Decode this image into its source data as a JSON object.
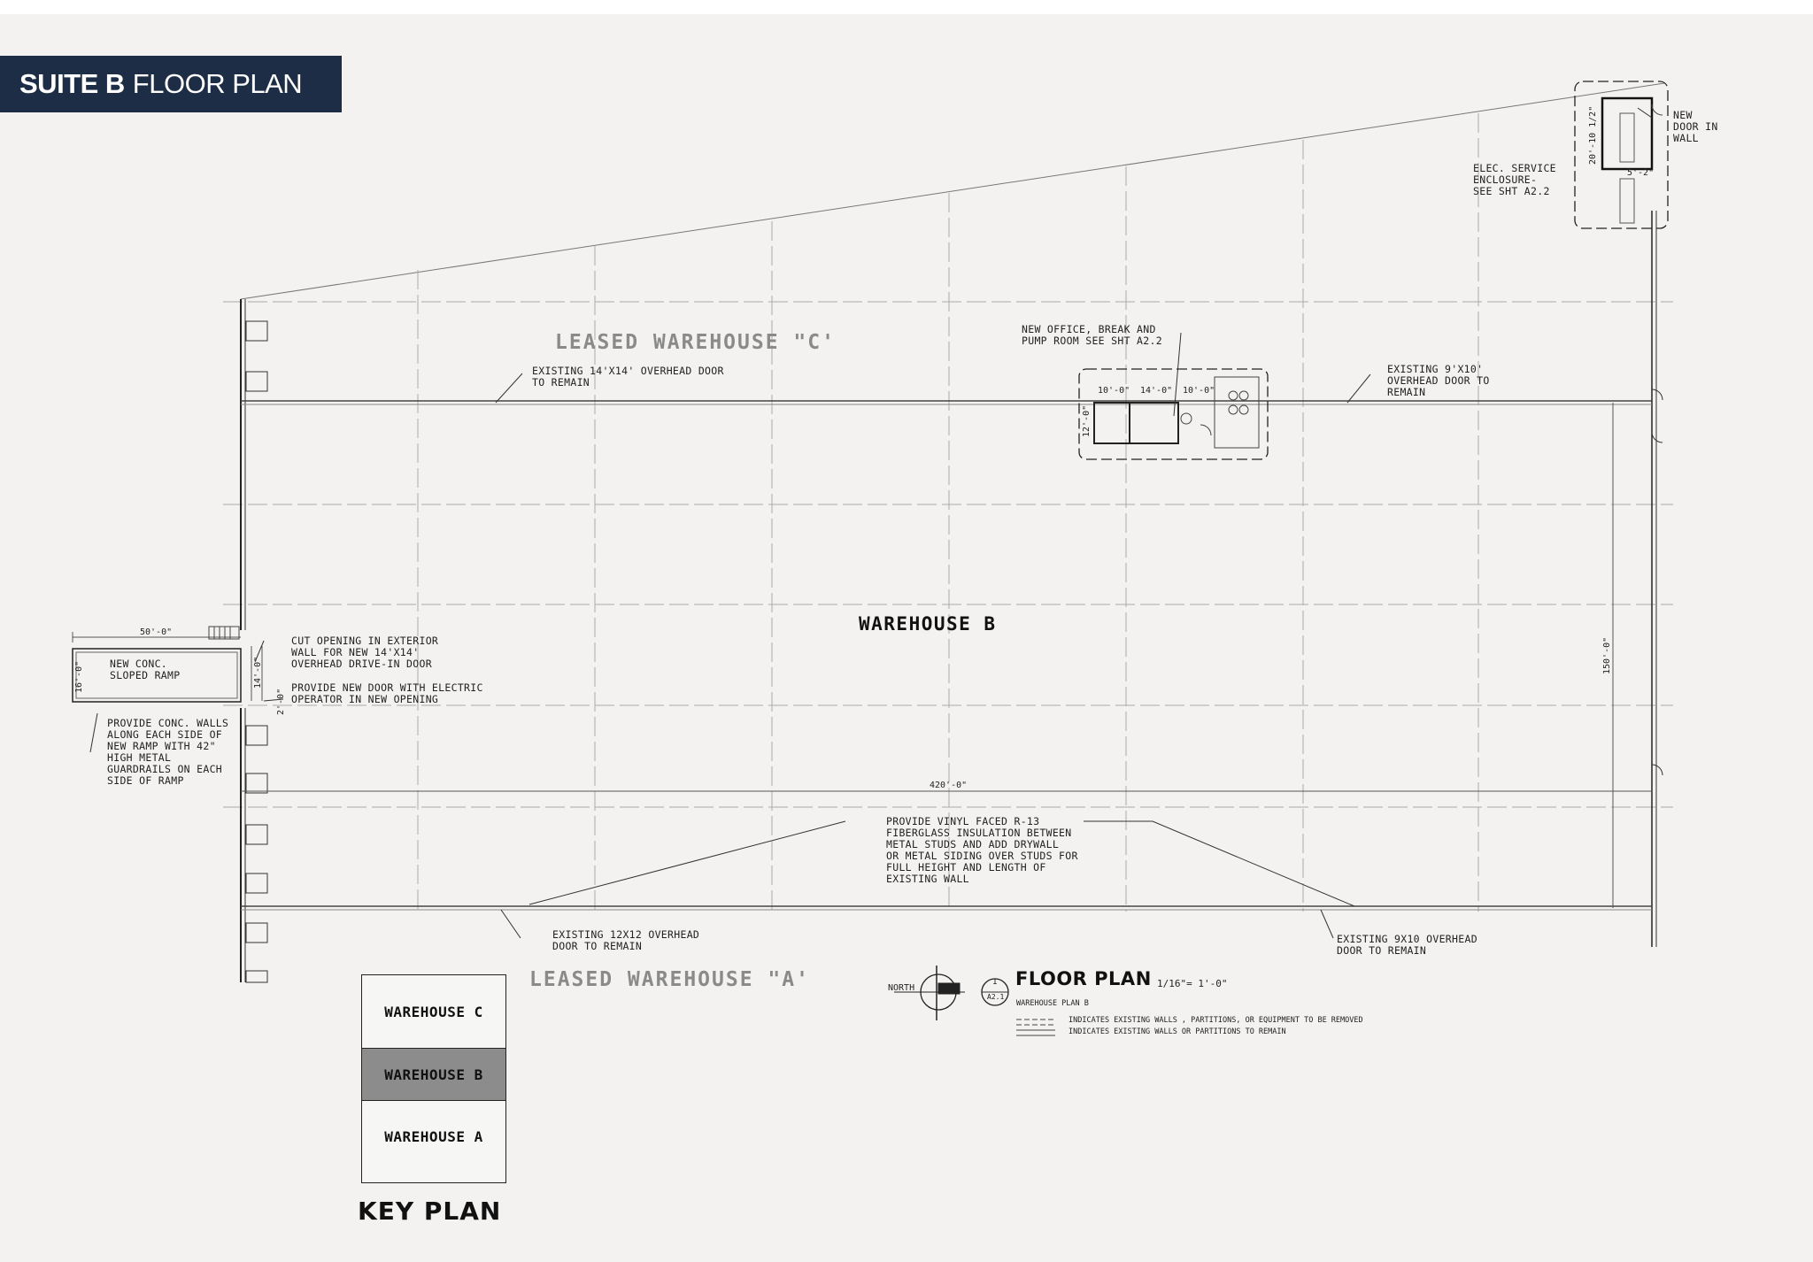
{
  "banner": {
    "bold": "SUITE B",
    "light": "FLOOR PLAN"
  },
  "areas": {
    "warehouse_c": "LEASED WAREHOUSE \"C'",
    "warehouse_b": "WAREHOUSE B",
    "warehouse_a": "LEASED WAREHOUSE \"A'"
  },
  "notes": {
    "new_door_wall": "NEW\nDOOR IN\nWALL",
    "elec_service": "ELEC. SERVICE\nENCLOSURE-\nSEE SHT A2.2",
    "new_office": "NEW OFFICE, BREAK AND\nPUMP ROOM SEE SHT A2.2",
    "overhead_door_14": "EXISTING 14'x14' OVERHEAD DOOR\nTO REMAIN",
    "overhead_door_9x10_top": "EXISTING 9'x10'\nOVERHEAD DOOR TO\nREMAIN",
    "cut_opening": "CUT OPENING IN EXTERIOR\nWALL FOR NEW 14'x14'\nOVERHEAD DRIVE-IN DOOR",
    "provide_door": "PROVIDE NEW DOOR WITH ELECTRIC\nOPERATOR IN NEW OPENING",
    "new_ramp": "NEW CONC.\nSLOPED RAMP",
    "conc_walls": "PROVIDE CONC. WALLS\nALONG EACH SIDE OF\nNEW RAMP WITH 42\"\nHIGH METAL\nGUARDRAILS ON EACH\nSIDE OF RAMP",
    "insulation": "PROVIDE VINYL FACED R-13\nFIBERGLASS INSULATION BETWEEN\nMETAL STUDS AND ADD DRYWALL\nOR METAL SIDING OVER STUDS FOR\nFULL HEIGHT AND LENGTH OF\nEXISTING WALL",
    "overhead_12x12": "EXISTING 12x12 OVERHEAD\nDOOR TO REMAIN",
    "overhead_9x10_bottom": "EXISTING 9x10 OVERHEAD\nDOOR TO REMAIN"
  },
  "dimensions": {
    "ramp_length": "50'-0\"",
    "ramp_width": "16'-0\"",
    "door_width": "14'-0\"",
    "door_side": "2'-0\"",
    "building_length": "420'-0\"",
    "building_depth": "150'-0\"",
    "elec_depth": "20'-10 1/2\"",
    "elec_width": "5'-2\"",
    "office_a": "10'-0\"",
    "office_b": "14'-0\"",
    "office_c": "10'-0\"",
    "office_d": "12'-0\""
  },
  "key_plan": {
    "title": "KEY PLAN",
    "cells": [
      "WAREHOUSE C",
      "WAREHOUSE B",
      "WAREHOUSE A"
    ]
  },
  "floor_plan": {
    "title": "FLOOR PLAN",
    "scale": "1/16\"= 1'-0\"",
    "subtitle": "WAREHOUSE PLAN B",
    "sheet_num": "1",
    "sheet_ref": "A2.1",
    "north": "NORTH"
  },
  "legend": [
    "INDICATES EXISTING WALLS , PARTITIONS, OR EQUIPMENT TO BE REMOVED",
    "INDICATES EXISTING WALLS OR PARTITIONS TO REMAIN"
  ]
}
